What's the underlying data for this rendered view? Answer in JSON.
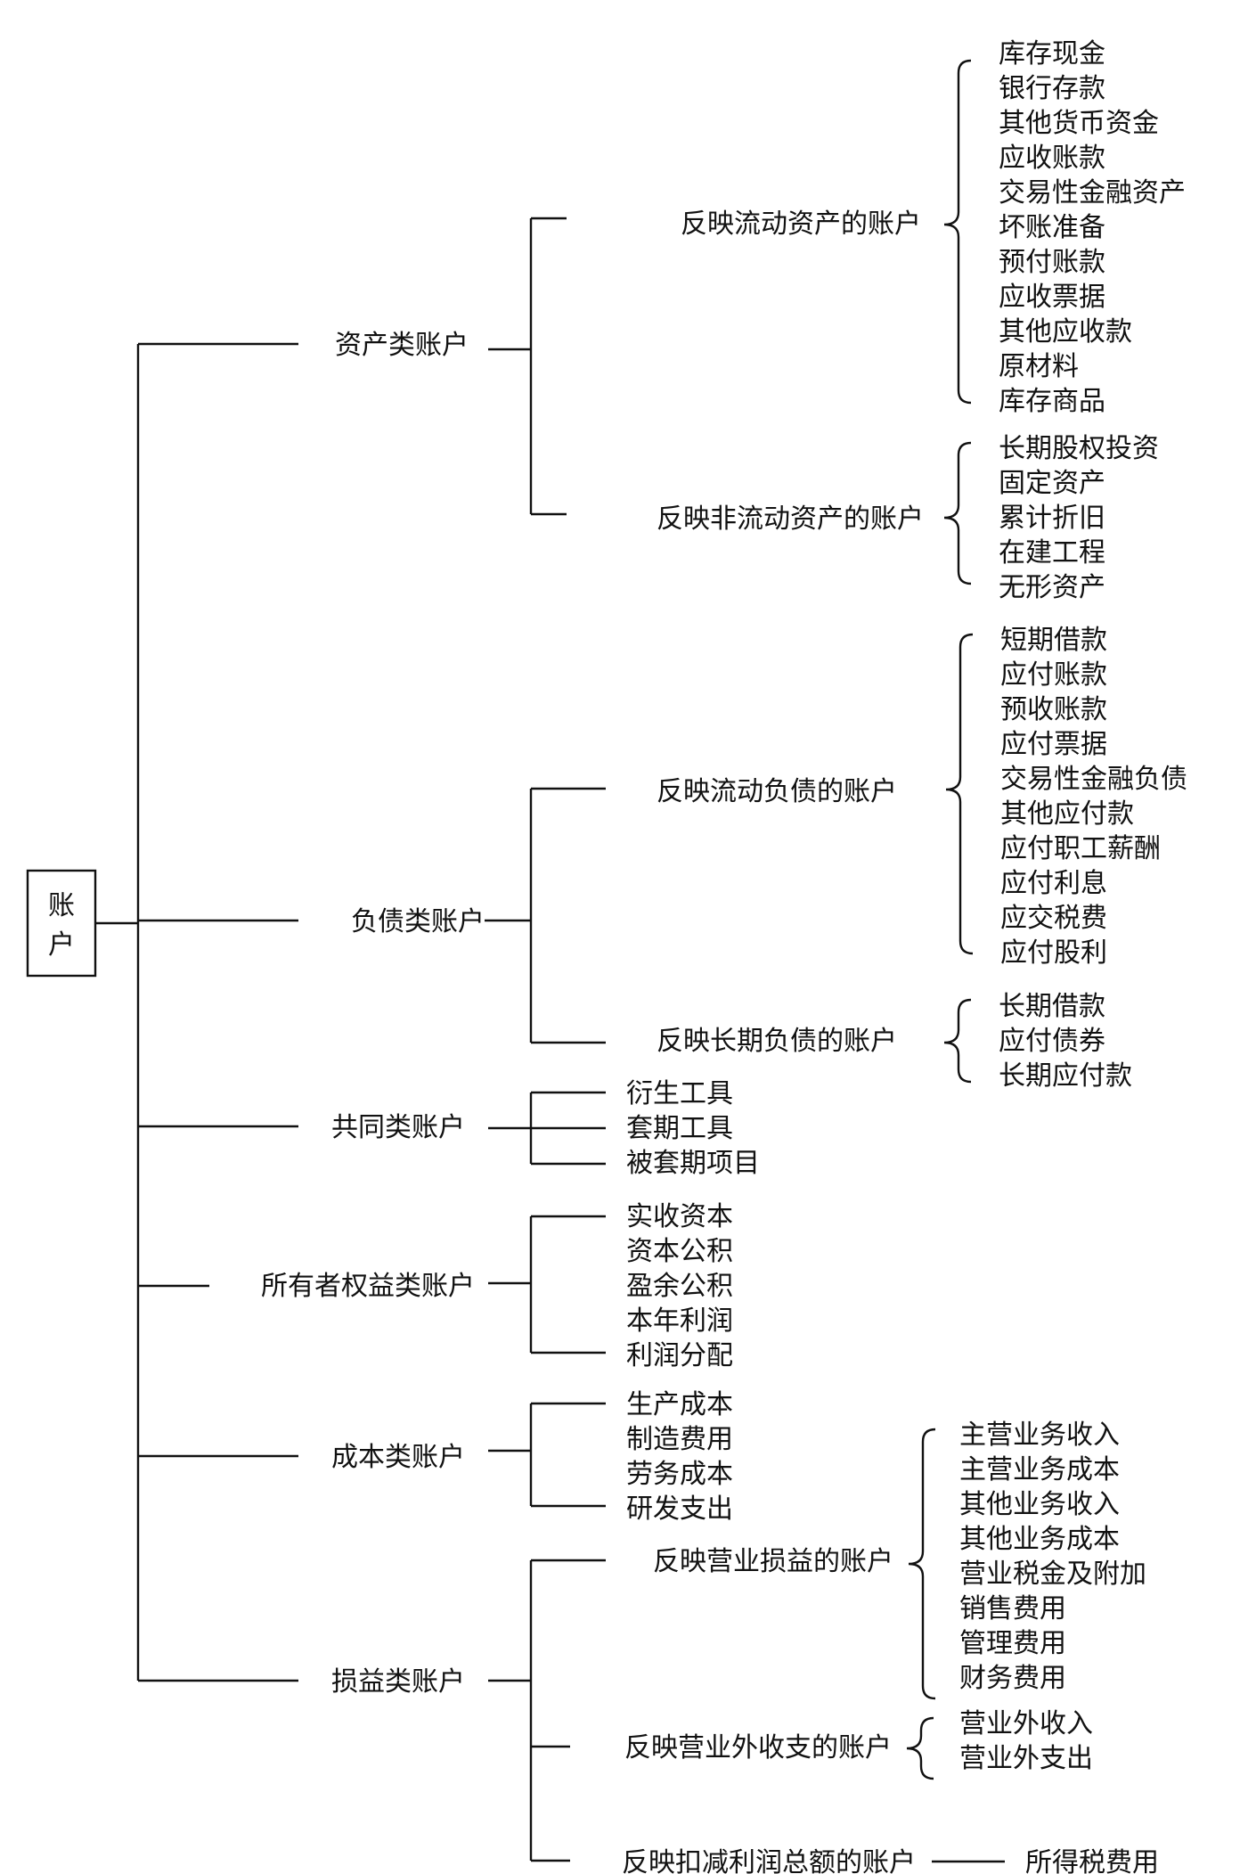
{
  "root": {
    "label_line1": "账",
    "label_line2": "户"
  },
  "asset": {
    "label": "资产类账户",
    "current": {
      "label": "反映流动资产的账户",
      "items": [
        "库存现金",
        "银行存款",
        "其他货币资金",
        "应收账款",
        "交易性金融资产",
        "坏账准备",
        "预付账款",
        "应收票据",
        "其他应收款",
        "原材料",
        "库存商品"
      ]
    },
    "noncurrent": {
      "label": "反映非流动资产的账户",
      "items": [
        "长期股权投资",
        "固定资产",
        "累计折旧",
        "在建工程",
        "无形资产"
      ]
    }
  },
  "liability": {
    "label": "负债类账户",
    "current": {
      "label": "反映流动负债的账户",
      "items": [
        "短期借款",
        "应付账款",
        "预收账款",
        "应付票据",
        "交易性金融负债",
        "其他应付款",
        "应付职工薪酬",
        "应付利息",
        "应交税费",
        "应付股利"
      ]
    },
    "longterm": {
      "label": "反映长期负债的账户",
      "items": [
        "长期借款",
        "应付债券",
        "长期应付款"
      ]
    }
  },
  "common": {
    "label": "共同类账户",
    "items": [
      "衍生工具",
      "套期工具",
      "被套期项目"
    ]
  },
  "equity": {
    "label": "所有者权益类账户",
    "items": [
      "实收资本",
      "资本公积",
      "盈余公积",
      "本年利润",
      "利润分配"
    ]
  },
  "cost": {
    "label": "成本类账户",
    "items": [
      "生产成本",
      "制造费用",
      "劳务成本",
      "研发支出"
    ]
  },
  "profit": {
    "label": "损益类账户",
    "operating": {
      "label": "反映营业损益的账户",
      "items": [
        "主营业务收入",
        "主营业务成本",
        "其他业务收入",
        "其他业务成本",
        "营业税金及附加",
        "销售费用",
        "管理费用",
        "财务费用"
      ]
    },
    "nonoperating": {
      "label": "反映营业外收支的账户",
      "items": [
        "营业外收入",
        "营业外支出"
      ]
    },
    "deduction": {
      "label": "反映扣减利润总额的账户",
      "item": "所得税费用"
    }
  }
}
